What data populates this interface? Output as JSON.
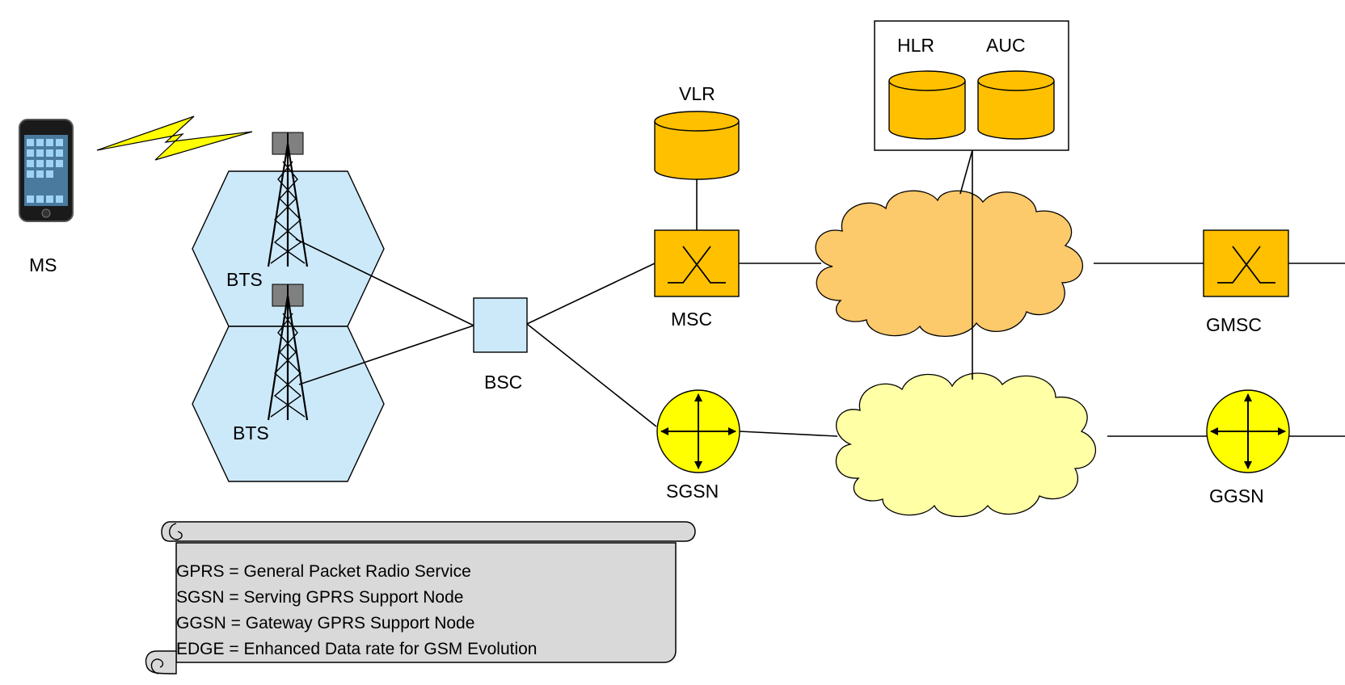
{
  "nodes": {
    "ms": {
      "label": "MS"
    },
    "bts_top": {
      "label": "BTS"
    },
    "bts_bottom": {
      "label": "BTS"
    },
    "bsc": {
      "label": "BSC"
    },
    "msc": {
      "label": "MSC"
    },
    "vlr": {
      "label": "VLR"
    },
    "hlr": {
      "label": "HLR"
    },
    "auc": {
      "label": "AUC"
    },
    "gmsc": {
      "label": "GMSC"
    },
    "sgsn": {
      "label": "SGSN"
    },
    "ggsn": {
      "label": "GGSN"
    }
  },
  "legend": {
    "lines": [
      "GPRS = General Packet Radio Service",
      "SGSN = Serving GPRS Support Node",
      "GGSN = Gateway GPRS Support Node",
      "EDGE = Enhanced Data rate for GSM Evolution"
    ]
  },
  "colors": {
    "cell_fill": "#cce9fa",
    "bsc_fill": "#cce9fa",
    "database_fill": "#ffc000",
    "switch_fill": "#ffc000",
    "circuit_cloud_fill": "#fcc96b",
    "packet_cloud_fill": "#ffffa6",
    "router_fill": "#ffff00",
    "radio_link_fill": "#ffff00",
    "tower_antenna": "#808080",
    "scroll_fill": "#d9d9d9"
  },
  "icons": {
    "phone": "smartphone-icon",
    "radio_link": "lightning-bolt-icon",
    "tower": "cell-tower-icon",
    "database": "database-cylinder-icon",
    "switch": "switch-cross-icon",
    "router": "router-arrows-icon",
    "network": "cloud-icon"
  }
}
